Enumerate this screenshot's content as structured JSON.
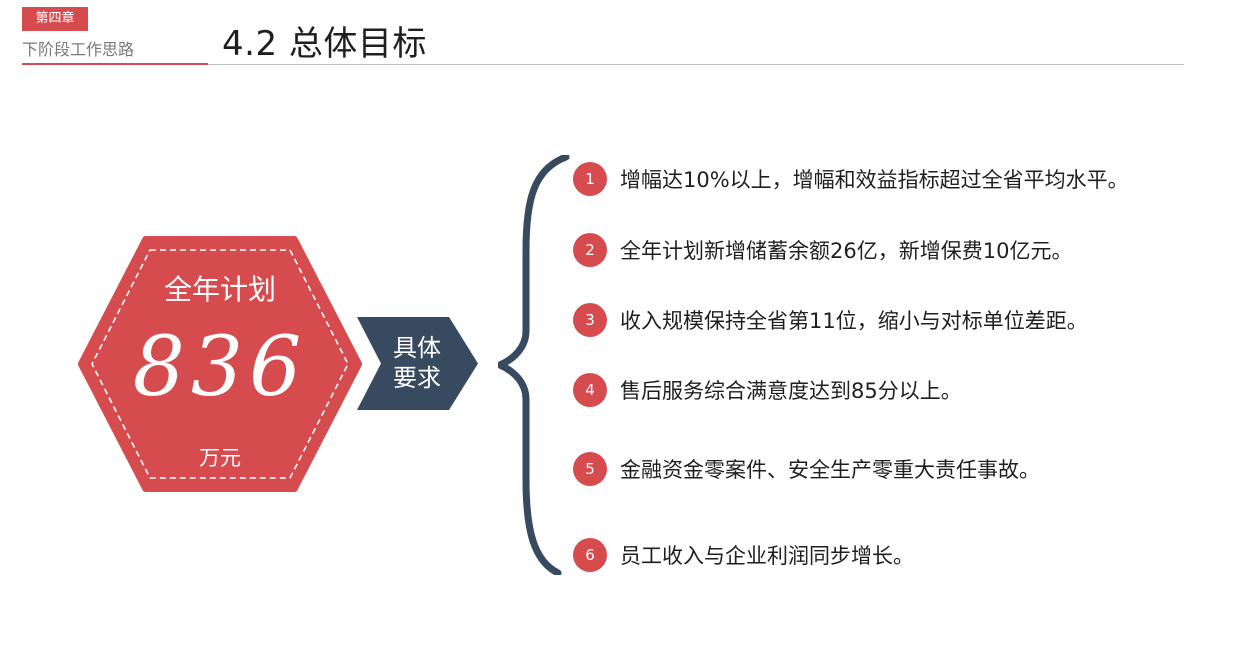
{
  "header": {
    "chapter_badge": "第四章",
    "chapter_subtitle": "下阶段工作思路",
    "title": "4.2 总体目标"
  },
  "plan": {
    "label": "全年计划",
    "value": "836",
    "unit": "万元"
  },
  "arrow": {
    "line1": "具体",
    "line2": "要求"
  },
  "goals": [
    {
      "num": "1",
      "text": "增幅达10%以上，增幅和效益指标超过全省平均水平。"
    },
    {
      "num": "2",
      "text": "全年计划新增储蓄余额26亿，新增保费10亿元。"
    },
    {
      "num": "3",
      "text": "收入规模保持全省第11位，缩小与对标单位差距。"
    },
    {
      "num": "4",
      "text": "售后服务综合满意度达到85分以上。"
    },
    {
      "num": "5",
      "text": "金融资金零案件、安全生产零重大责任事故。"
    },
    {
      "num": "6",
      "text": "员工收入与企业利润同步增长。"
    }
  ],
  "colors": {
    "accent_red": "#d64c4e",
    "navy": "#374a60"
  }
}
